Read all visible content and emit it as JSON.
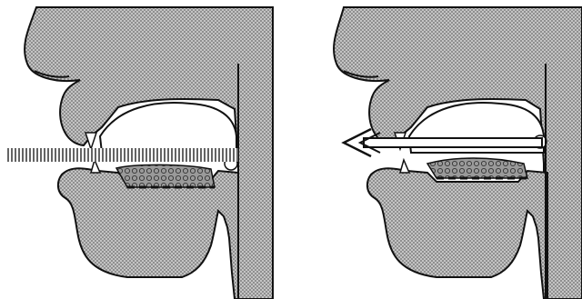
{
  "figure": {
    "panels": [
      {
        "id": "left",
        "airflow": "obstructed-flow",
        "description_icon": "hatched-airstream-bar"
      },
      {
        "id": "right",
        "airflow": "outward-flow",
        "description_icon": "arrow-airstream"
      }
    ],
    "colors": {
      "background": "#ffffff",
      "ink": "#111111",
      "stipple_fill": "#b8b8b8",
      "dark_stipple": "#8a8a8a",
      "cavity": "#ffffff"
    }
  }
}
